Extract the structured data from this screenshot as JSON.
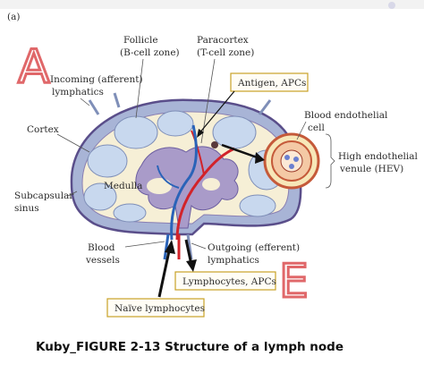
{
  "figure": {
    "panel": "(a)",
    "annotations": [
      "A",
      "E"
    ],
    "labels": {
      "follicle_1": "Follicle",
      "follicle_2": "(B-cell zone)",
      "paracortex_1": "Paracortex",
      "paracortex_2": "(T-cell zone)",
      "incoming_1": "Incoming (afferent)",
      "incoming_2": "lymphatics",
      "cortex": "Cortex",
      "medulla": "Medulla",
      "subcapsular_1": "Subcapsular",
      "subcapsular_2": "sinus",
      "blood_vessels_1": "Blood",
      "blood_vessels_2": "vessels",
      "outgoing_1": "Outgoing (efferent)",
      "outgoing_2": "lymphatics",
      "endothelial_1": "Blood endothelial",
      "endothelial_2": "cell",
      "hev_1": "High endothelial",
      "hev_2": "venule (HEV)"
    },
    "boxes": {
      "antigen": "Antigen, APCs",
      "lymphocytes": "Lymphocytes, APCs",
      "naive": "Naïve lymphocytes"
    },
    "caption": "Kuby_FIGURE 2-13 Structure of a lymph node"
  },
  "colors": {
    "capsule": "#5a4e8a",
    "sinus": "#a8b4d6",
    "cortex_fill": "#f6efd6",
    "follicle": "#c8d8ee",
    "medulla": "#a99bc9",
    "artery": "#d2232a",
    "lymphatic": "#2a63b8",
    "box_border": "#c9a227",
    "annotation": "#e0686a"
  }
}
